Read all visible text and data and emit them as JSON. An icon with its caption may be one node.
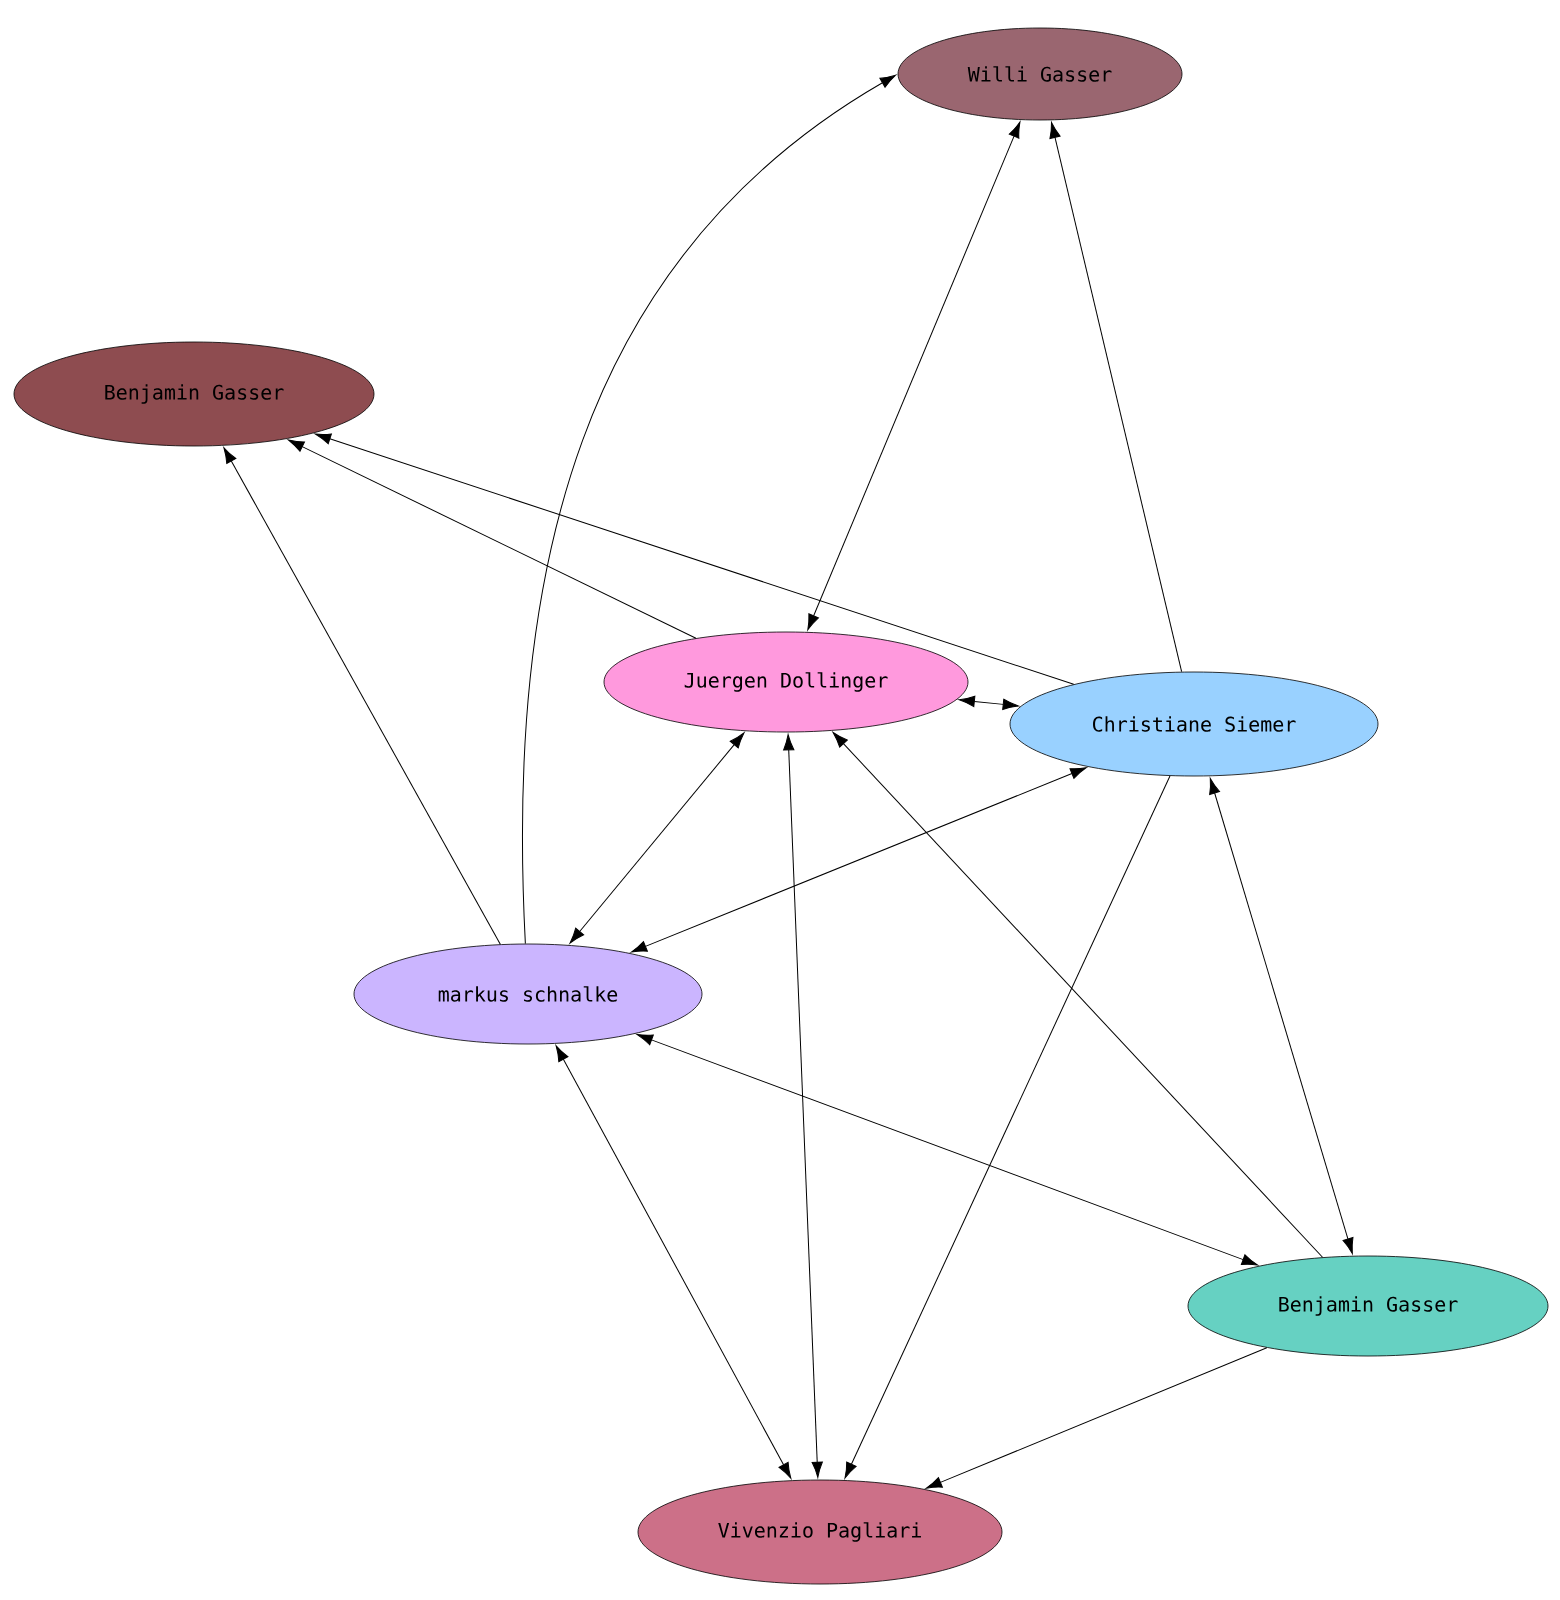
{
  "diagram": {
    "nodes": [
      {
        "text": [
          "Willi Gasser"
        ]
      },
      {
        "text": [
          "Benjamin Gasser"
        ]
      },
      {
        "text": [
          "Juergen Dollinger"
        ]
      },
      {
        "text": [
          "Christiane Siemer"
        ]
      },
      {
        "text": [
          "markus schnalke"
        ]
      },
      {
        "text": [
          "Benjamin Gasser"
        ]
      },
      {
        "text": [
          "Vivenzio Pagliari"
        ]
      }
    ],
    "edges": [
      {
        "from": 4,
        "to": 0,
        "arrow": "to"
      },
      {
        "from": 2,
        "to": 0,
        "arrow": "both"
      },
      {
        "from": 3,
        "to": 0,
        "arrow": "to"
      },
      {
        "from": 2,
        "to": 1,
        "arrow": "to"
      },
      {
        "from": 3,
        "to": 1,
        "arrow": "to"
      },
      {
        "from": 4,
        "to": 1,
        "arrow": "to"
      },
      {
        "from": 2,
        "to": 3,
        "arrow": "both"
      },
      {
        "from": 2,
        "to": 4,
        "arrow": "both"
      },
      {
        "from": 3,
        "to": 4,
        "arrow": "both"
      },
      {
        "from": 2,
        "to": 6,
        "arrow": "both"
      },
      {
        "from": 3,
        "to": 6,
        "arrow": "to"
      },
      {
        "from": 5,
        "to": 2,
        "arrow": "to"
      },
      {
        "from": 3,
        "to": 5,
        "arrow": "both"
      },
      {
        "from": 4,
        "to": 5,
        "arrow": "both"
      },
      {
        "from": 4,
        "to": 6,
        "arrow": "both"
      },
      {
        "from": 5,
        "to": 6,
        "arrow": "to"
      }
    ]
  }
}
